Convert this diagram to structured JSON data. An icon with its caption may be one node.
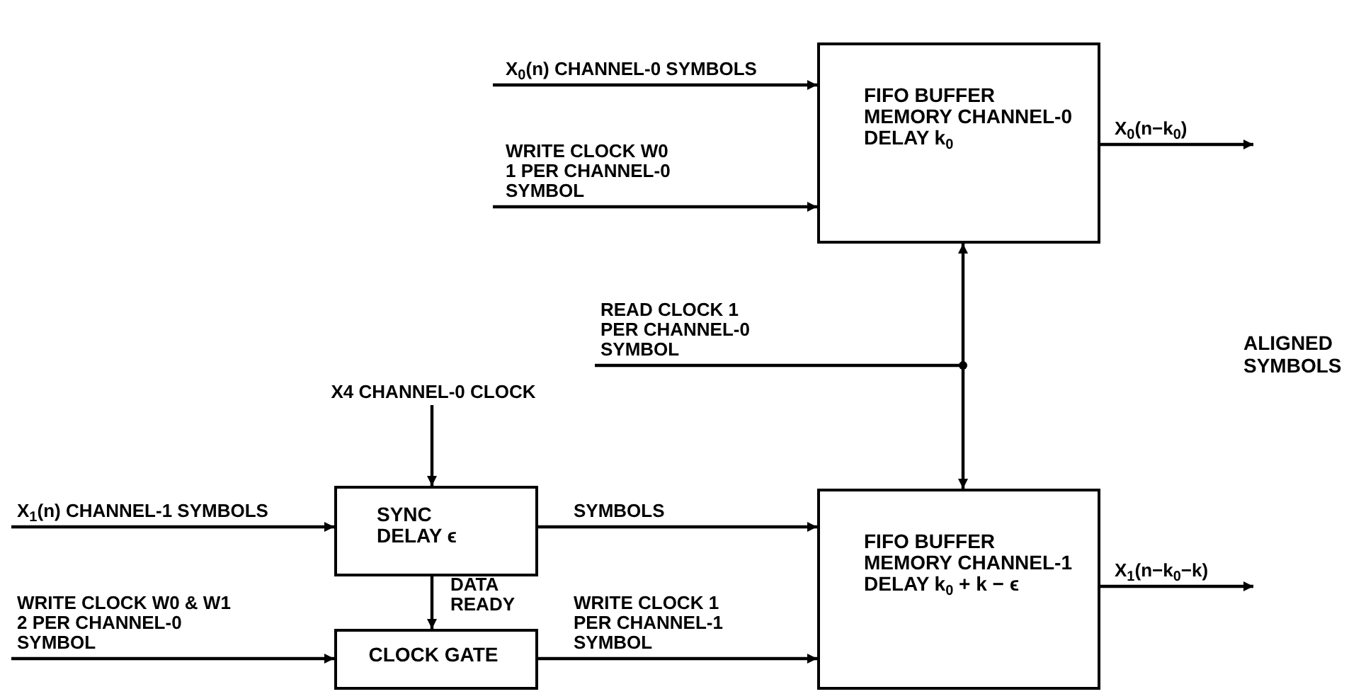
{
  "diagram": {
    "nodes": [
      {
        "text": [
          "FIFO BUFFER MEMORY CHANNEL-0 DELAY k$_{0}$"
        ]
      },
      {
        "text": [
          "FIFO BUFFER MEMORY CHANNEL-1 DELAY k$_{0}$ + k − ϵ"
        ]
      },
      {
        "text": [
          "SYNC DELAY ϵ"
        ]
      },
      {
        "text": [
          "CLOCK GATE"
        ]
      },
      {
        "text": [
          "X4 CHANNEL-0 CLOCK"
        ]
      }
    ],
    "edges": [
      {
        "from": null,
        "to": 0,
        "arrow": "to",
        "label": "X$_{0}$(n) CHANNEL-0 SYMBOLS"
      },
      {
        "from": null,
        "to": 0,
        "arrow": "to",
        "label": "WRITE CLOCK W0 1 PER CHANNEL-0 SYMBOL"
      },
      {
        "from": 0,
        "to": null,
        "arrow": "to",
        "label": "X$_{0}$(n−k$_{0}$)"
      },
      {
        "from": null,
        "to": 0,
        "arrow": "to",
        "label": "READ CLOCK 1 PER CHANNEL-0 SYMBOL"
      },
      {
        "from": null,
        "to": 1,
        "arrow": "to"
      },
      {
        "from": 4,
        "to": 2,
        "arrow": "to"
      },
      {
        "from": null,
        "to": 2,
        "arrow": "to",
        "label": "X$_{1}$(n) CHANNEL-1 SYMBOLS"
      },
      {
        "from": null,
        "to": 3,
        "arrow": "to",
        "label": "WRITE CLOCK W0 & W1 2 PER CHANNEL-0 SYMBOL"
      },
      {
        "from": 2,
        "to": 3,
        "arrow": "to",
        "label": "DATA READY"
      },
      {
        "from": 2,
        "to": 1,
        "arrow": "to",
        "label": "SYMBOLS"
      },
      {
        "from": 3,
        "to": 1,
        "arrow": "to",
        "label": "WRITE CLOCK 1 PER CHANNEL-1 SYMBOL"
      },
      {
        "from": 1,
        "to": null,
        "arrow": "to",
        "label": "X$_{1}$(n−k$_{0}$−k)"
      }
    ],
    "labels": [
      "ALIGNED SYMBOLS"
    ]
  }
}
